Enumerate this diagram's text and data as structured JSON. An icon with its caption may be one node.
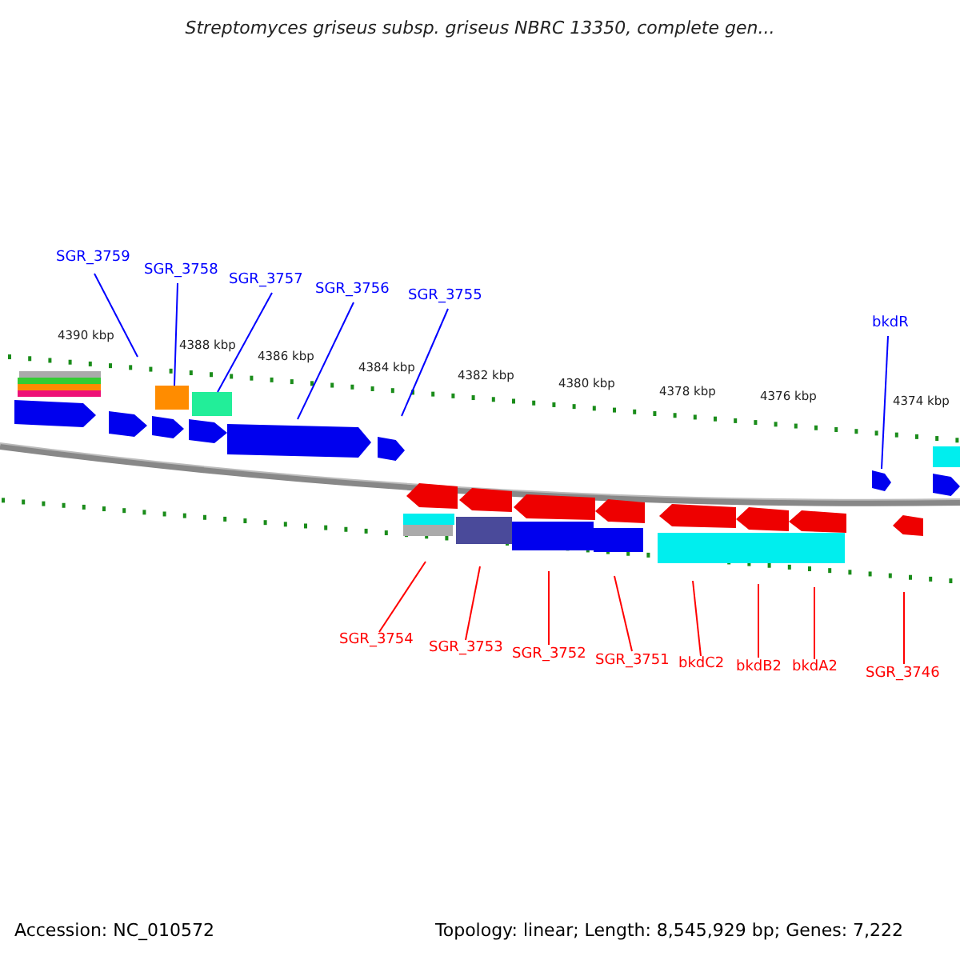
{
  "diagram": {
    "title": "Streptomyces griseus subsp. griseus NBRC 13350, complete gen...",
    "nodes": [
      {
        "text": [
          "SGR_3759"
        ]
      },
      {
        "text": [
          "SGR_3758"
        ]
      },
      {
        "text": [
          "SGR_3757"
        ]
      },
      {
        "text": [
          "SGR_3756"
        ]
      },
      {
        "text": [
          "SGR_3755"
        ]
      },
      {
        "text": [
          "bkdR"
        ]
      },
      {
        "text": [
          "SGR_3754"
        ]
      },
      {
        "text": [
          "SGR_3753"
        ]
      },
      {
        "text": [
          "SGR_3752"
        ]
      },
      {
        "text": [
          "SGR_3751"
        ]
      },
      {
        "text": [
          "bkdC2"
        ]
      },
      {
        "text": [
          "bkdB2"
        ]
      },
      {
        "text": [
          "bkdA2"
        ]
      },
      {
        "text": [
          "SGR_3746"
        ]
      }
    ],
    "edges": [
      {
        "from": 0,
        "to": null,
        "arrow": "none",
        "color": "#0000ff"
      },
      {
        "from": 1,
        "to": null,
        "arrow": "none",
        "color": "#0000ff"
      },
      {
        "from": 2,
        "to": null,
        "arrow": "none",
        "color": "#0000ff"
      },
      {
        "from": 3,
        "to": null,
        "arrow": "none",
        "color": "#0000ff"
      },
      {
        "from": 4,
        "to": null,
        "arrow": "none",
        "color": "#0000ff"
      },
      {
        "from": 5,
        "to": null,
        "arrow": "none",
        "color": "#0000ff"
      },
      {
        "from": 6,
        "to": null,
        "arrow": "none"
      },
      {
        "from": 7,
        "to": null,
        "arrow": "none"
      },
      {
        "from": 8,
        "to": null,
        "arrow": "none"
      },
      {
        "from": 9,
        "to": null,
        "arrow": "none"
      },
      {
        "from": 10,
        "to": null,
        "arrow": "none"
      },
      {
        "from": 11,
        "to": null,
        "arrow": "none"
      },
      {
        "from": 12,
        "to": null,
        "arrow": "none"
      },
      {
        "from": 13,
        "to": null,
        "arrow": "none"
      }
    ],
    "labels": [
      "4390 kbp",
      "4388 kbp",
      "4386 kbp",
      "4384 kbp",
      "4382 kbp",
      "4380 kbp",
      "4378 kbp",
      "4376 kbp",
      "4374 kbp",
      "Accession: NC_010572",
      "Topology: linear; Length: 8,545,929 bp; Genes: 7,222"
    ]
  }
}
